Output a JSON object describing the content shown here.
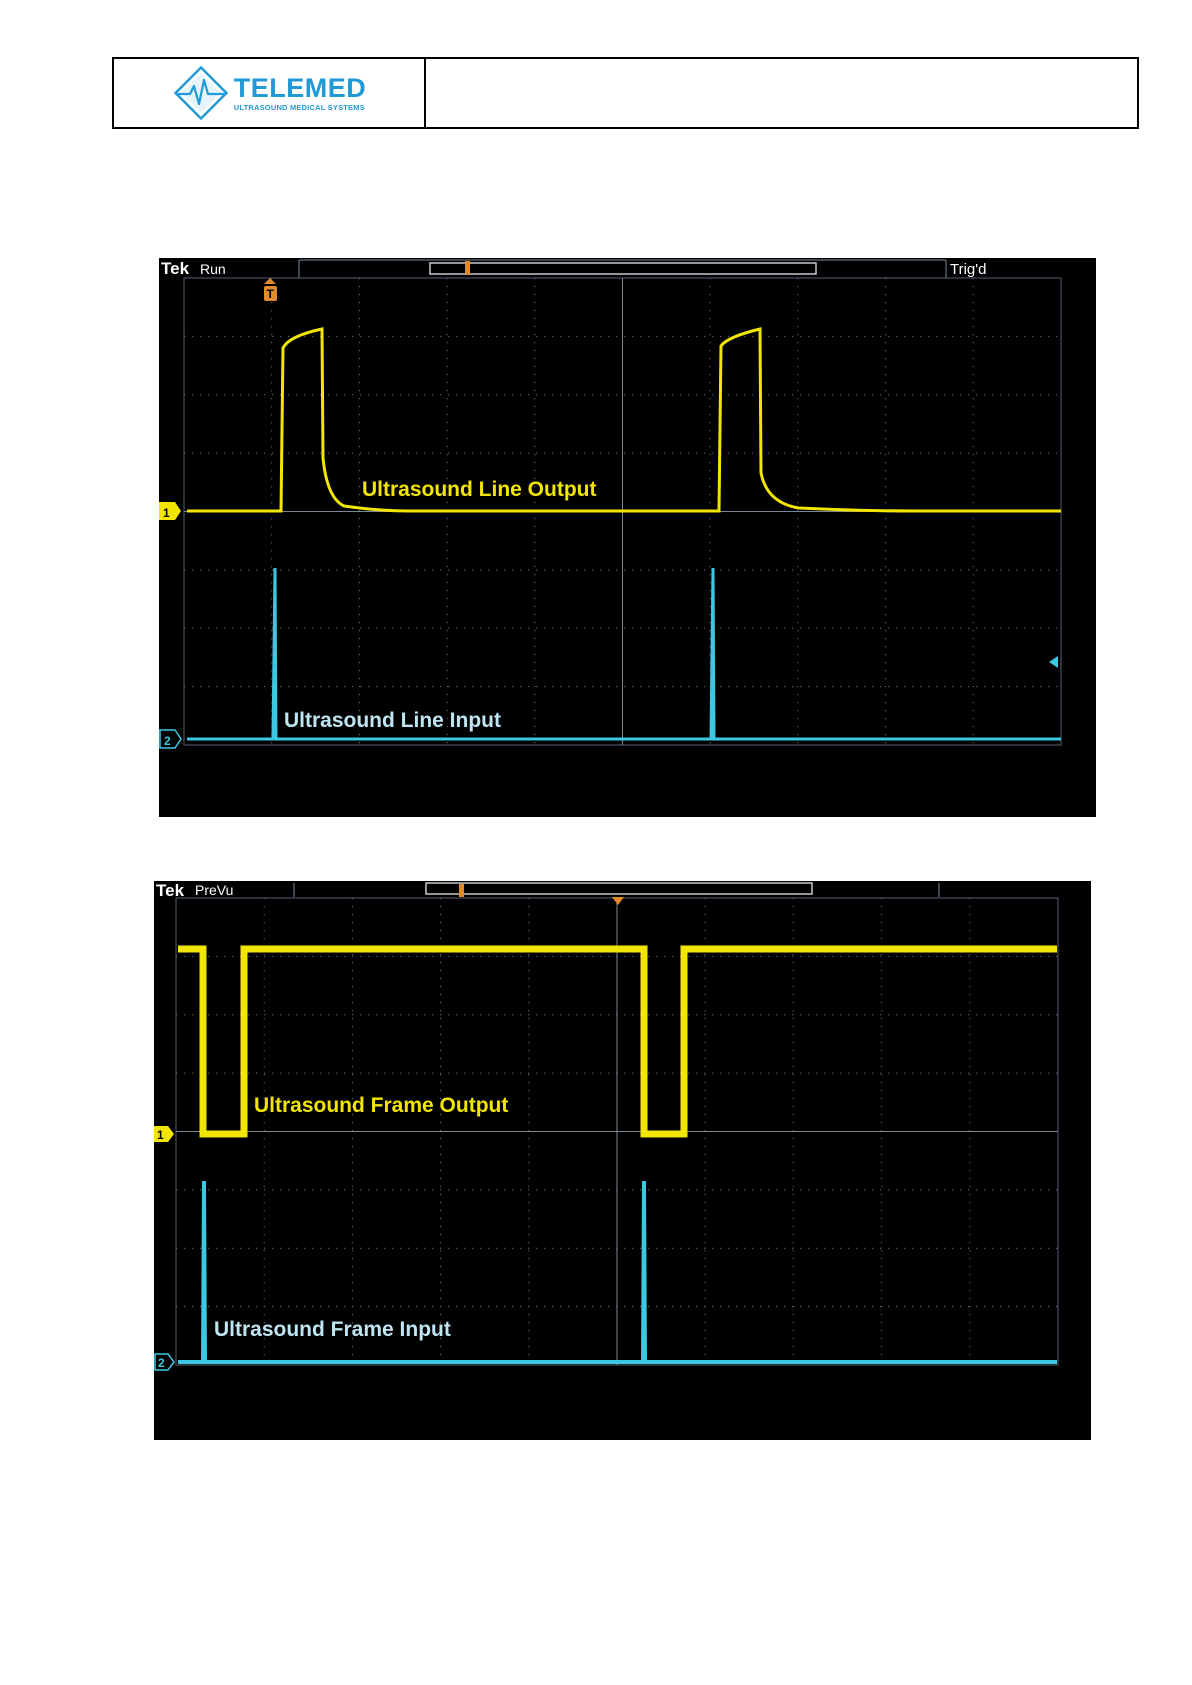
{
  "header": {
    "brand": "TELEMED",
    "tagline": "ULTRASOUND MEDICAL SYSTEMS",
    "brand_color": "#1f9ad6"
  },
  "scopes": [
    {
      "brand": "Tek",
      "status": "Run",
      "trigger_status": "Trig'd",
      "channel_1_marker": "1",
      "channel_2_marker": "2",
      "trigger_marker": "T",
      "ch1_label": "Ultrasound Line Output",
      "ch2_label": "Ultrasound Line Input",
      "ch1_color": "#f2e600",
      "ch2_color": "#3cc8e0"
    },
    {
      "brand": "Tek",
      "status": "PreVu",
      "channel_1_marker": "1",
      "channel_2_marker": "2",
      "trigger_marker": "T",
      "ch1_label": "Ultrasound Frame Output",
      "ch2_label": "Ultrasound Frame Input",
      "ch1_color": "#f2e600",
      "ch2_color": "#3cc8e0"
    }
  ]
}
